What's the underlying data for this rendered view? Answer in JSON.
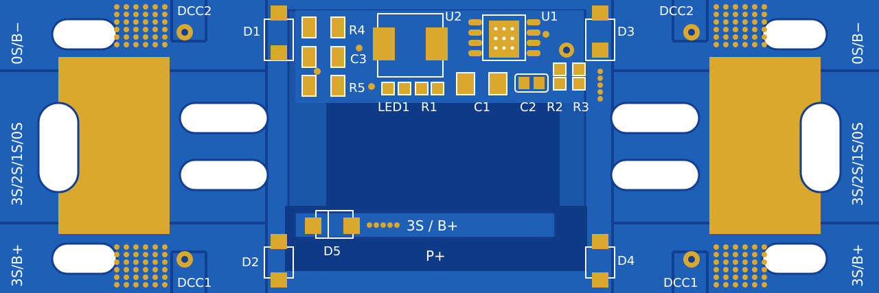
{
  "board": {
    "colors": {
      "substrate": "#1e5fb8",
      "copper_pour": "#1a55a8",
      "dark_zone": "#0f3a86",
      "trace": "#123f8f",
      "pad": "#d9a82c",
      "silkscreen": "#ffffff",
      "hole": "#ffffff"
    },
    "edge_labels": {
      "left_top": "0S/B−",
      "left_mid": "3S/2S/1S/0S",
      "left_bottom": "3S/B+",
      "right_top": "0S/B−",
      "right_mid": "3S/2S/1S/0S",
      "right_bottom": "3S/B+"
    },
    "designators": {
      "dcc2_left": "DCC2",
      "dcc2_right": "DCC2",
      "dcc1_left": "DCC1",
      "dcc1_right": "DCC1",
      "d1": "D1",
      "d2": "D2",
      "d3": "D3",
      "d4": "D4",
      "d5": "D5",
      "r4": "R4",
      "c3": "C3",
      "r5": "R5",
      "u2": "U2",
      "u1": "U1",
      "led1": "LED1",
      "r1": "R1",
      "c1": "C1",
      "c2": "C2",
      "r2": "R2",
      "r3": "R3",
      "pad_label": "3S / B+",
      "p_plus": "P+"
    }
  }
}
